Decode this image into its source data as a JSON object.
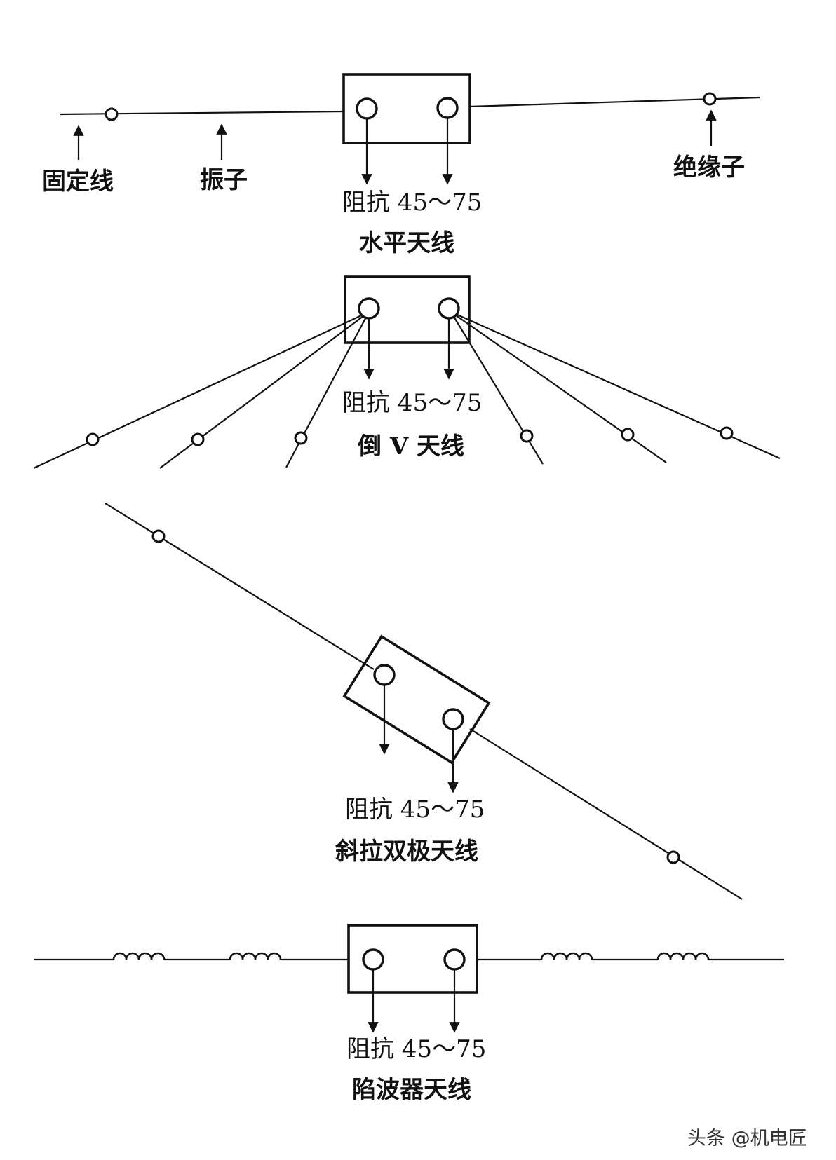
{
  "diagrams": {
    "horizontal": {
      "caption": "水平天线",
      "impedance": "阻抗 45～75",
      "label_fixed_wire": "固定线",
      "label_dipole": "振子",
      "label_insulator": "绝缘子"
    },
    "inverted_v": {
      "caption": "倒 V 天线",
      "impedance": "阻抗 45～75"
    },
    "sloper": {
      "caption": "斜拉双极天线",
      "impedance": "阻抗 45～75"
    },
    "trap": {
      "caption": "陷波器天线",
      "impedance": "阻抗 45～75"
    }
  },
  "watermark": "头条 @机电匠"
}
